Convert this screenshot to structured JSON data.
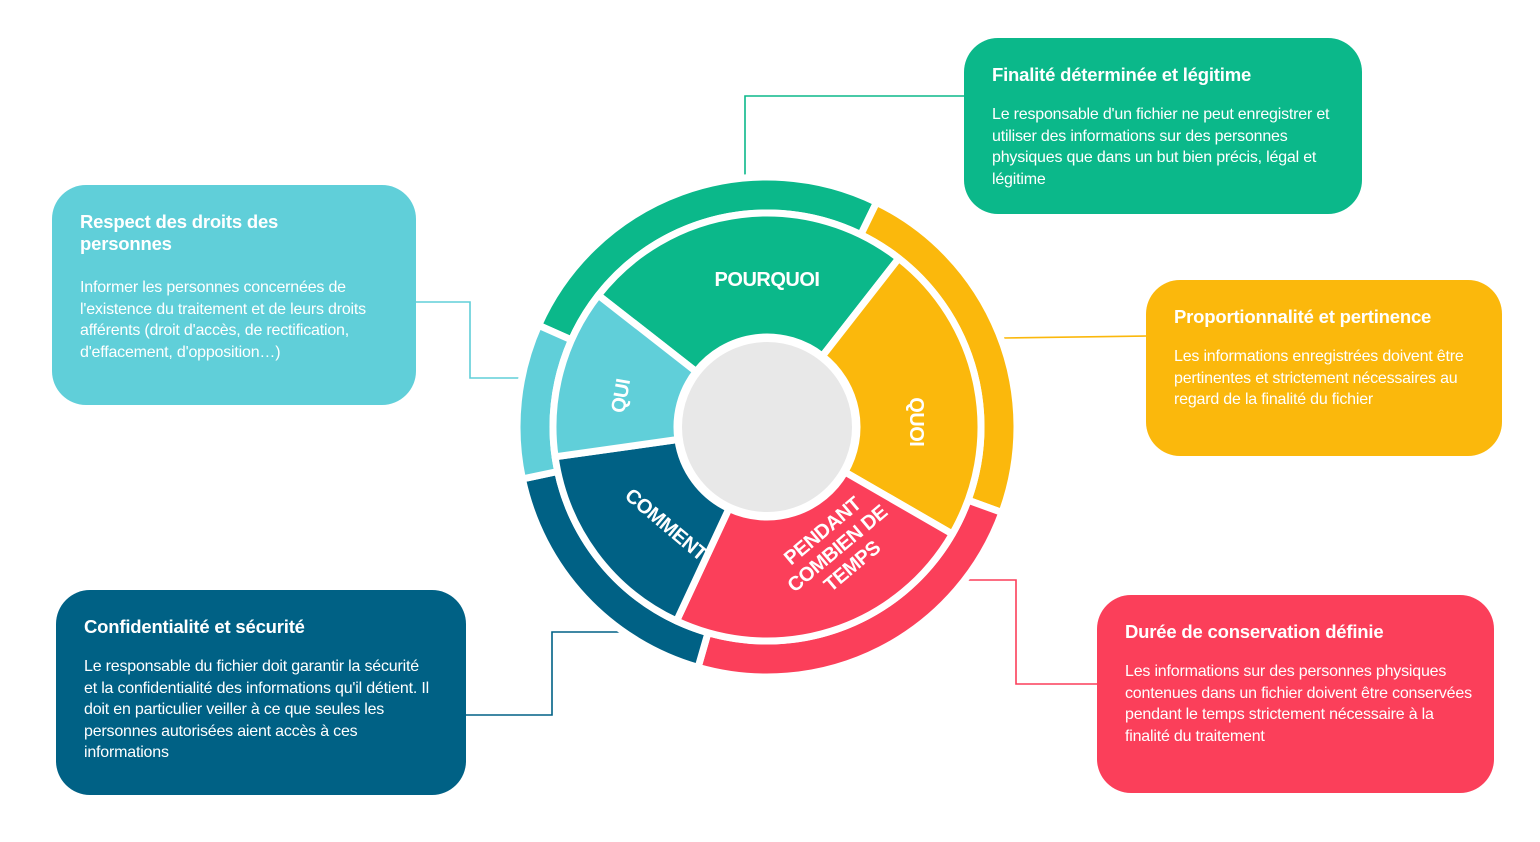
{
  "colors": {
    "teal_green": "#0bb88a",
    "yellow": "#fbb80c",
    "red": "#fb3f5a",
    "navy": "#006185",
    "light_blue": "#60cfd9",
    "center": "#e8e8e8"
  },
  "wheel": {
    "segments": [
      {
        "id": "pourquoi",
        "label": [
          "POURQUOI"
        ],
        "color": "#0bb88a"
      },
      {
        "id": "quoi",
        "label": [
          "QUOI"
        ],
        "color": "#fbb80c"
      },
      {
        "id": "pendant",
        "label": [
          "PENDANT",
          "COMBIEN DE",
          "TEMPS"
        ],
        "color": "#fb3f5a"
      },
      {
        "id": "comment",
        "label": [
          "COMMENT"
        ],
        "color": "#006185"
      },
      {
        "id": "qui",
        "label": [
          "QUI"
        ],
        "color": "#60cfd9"
      }
    ]
  },
  "cards": {
    "finalite": {
      "title": "Finalité déterminée et légitime",
      "text": "Le responsable d'un fichier ne peut enregistrer et utiliser des informations sur des personnes physiques que dans un but bien précis, légal et légitime"
    },
    "proportionnalite": {
      "title": "Proportionnalité et pertinence",
      "text": "Les informations enregistrées doivent être pertinentes et strictement nécessaires au regard de la finalité du fichier"
    },
    "duree": {
      "title": "Durée de conservation définie",
      "text": "Les informations sur des personnes physiques contenues dans un fichier doivent être conservées pendant le temps strictement nécessaire à la finalité du traitement"
    },
    "confidentialite": {
      "title": "Confidentialité et sécurité",
      "text": "Le responsable du fichier doit garantir la sécurité et la confidentialité des informations qu'il détient. Il doit en particulier veiller à ce que seules les personnes autorisées aient accès à ces informations"
    },
    "respect": {
      "title": "Respect des droits des personnes",
      "text": "Informer les personnes concernées de l'existence du traitement et de leurs droits afférents (droit d'accès, de rectification, d'effacement, d'opposition…)"
    }
  }
}
